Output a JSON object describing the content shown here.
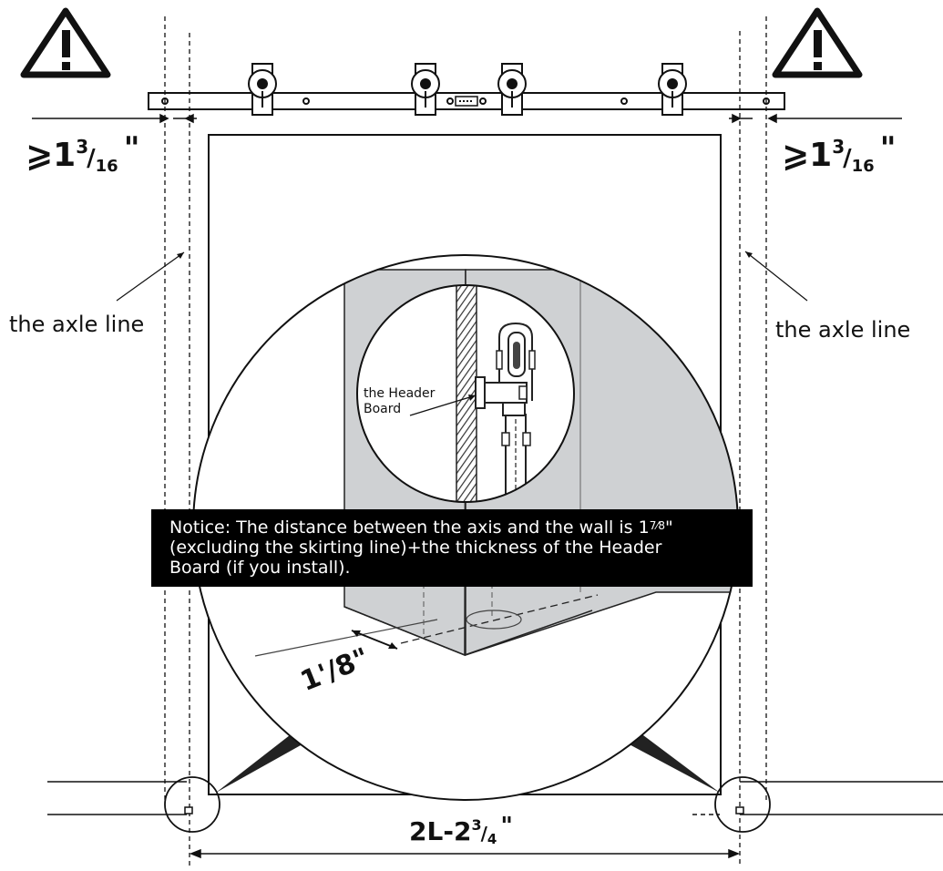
{
  "clearance_left": {
    "main": "⩾1",
    "sup": "3",
    "sub": "16",
    "unit": "\""
  },
  "clearance_right": {
    "main": "⩾1",
    "sup": "3",
    "sub": "16",
    "unit": "\""
  },
  "axle_label_left": "the axle line",
  "axle_label_right": "the axle line",
  "header_board_label": [
    "the Header",
    "Board"
  ],
  "gap_label": "1'/8\"",
  "width_label": {
    "main": "2L-2",
    "sup": "3",
    "sub": "4",
    "unit": "\""
  },
  "notice": {
    "line1_a": "Notice: The distance between the axis and the wall is 1",
    "line1_frac": "7⁄8",
    "line1_b": "\"",
    "line2": "(excluding the skirting line)+the thickness of the Header",
    "line3": "Board (if you install)."
  },
  "colors": {
    "panel": "#cfd1d3",
    "dark": "#222222",
    "notice_bg": "#000000"
  }
}
